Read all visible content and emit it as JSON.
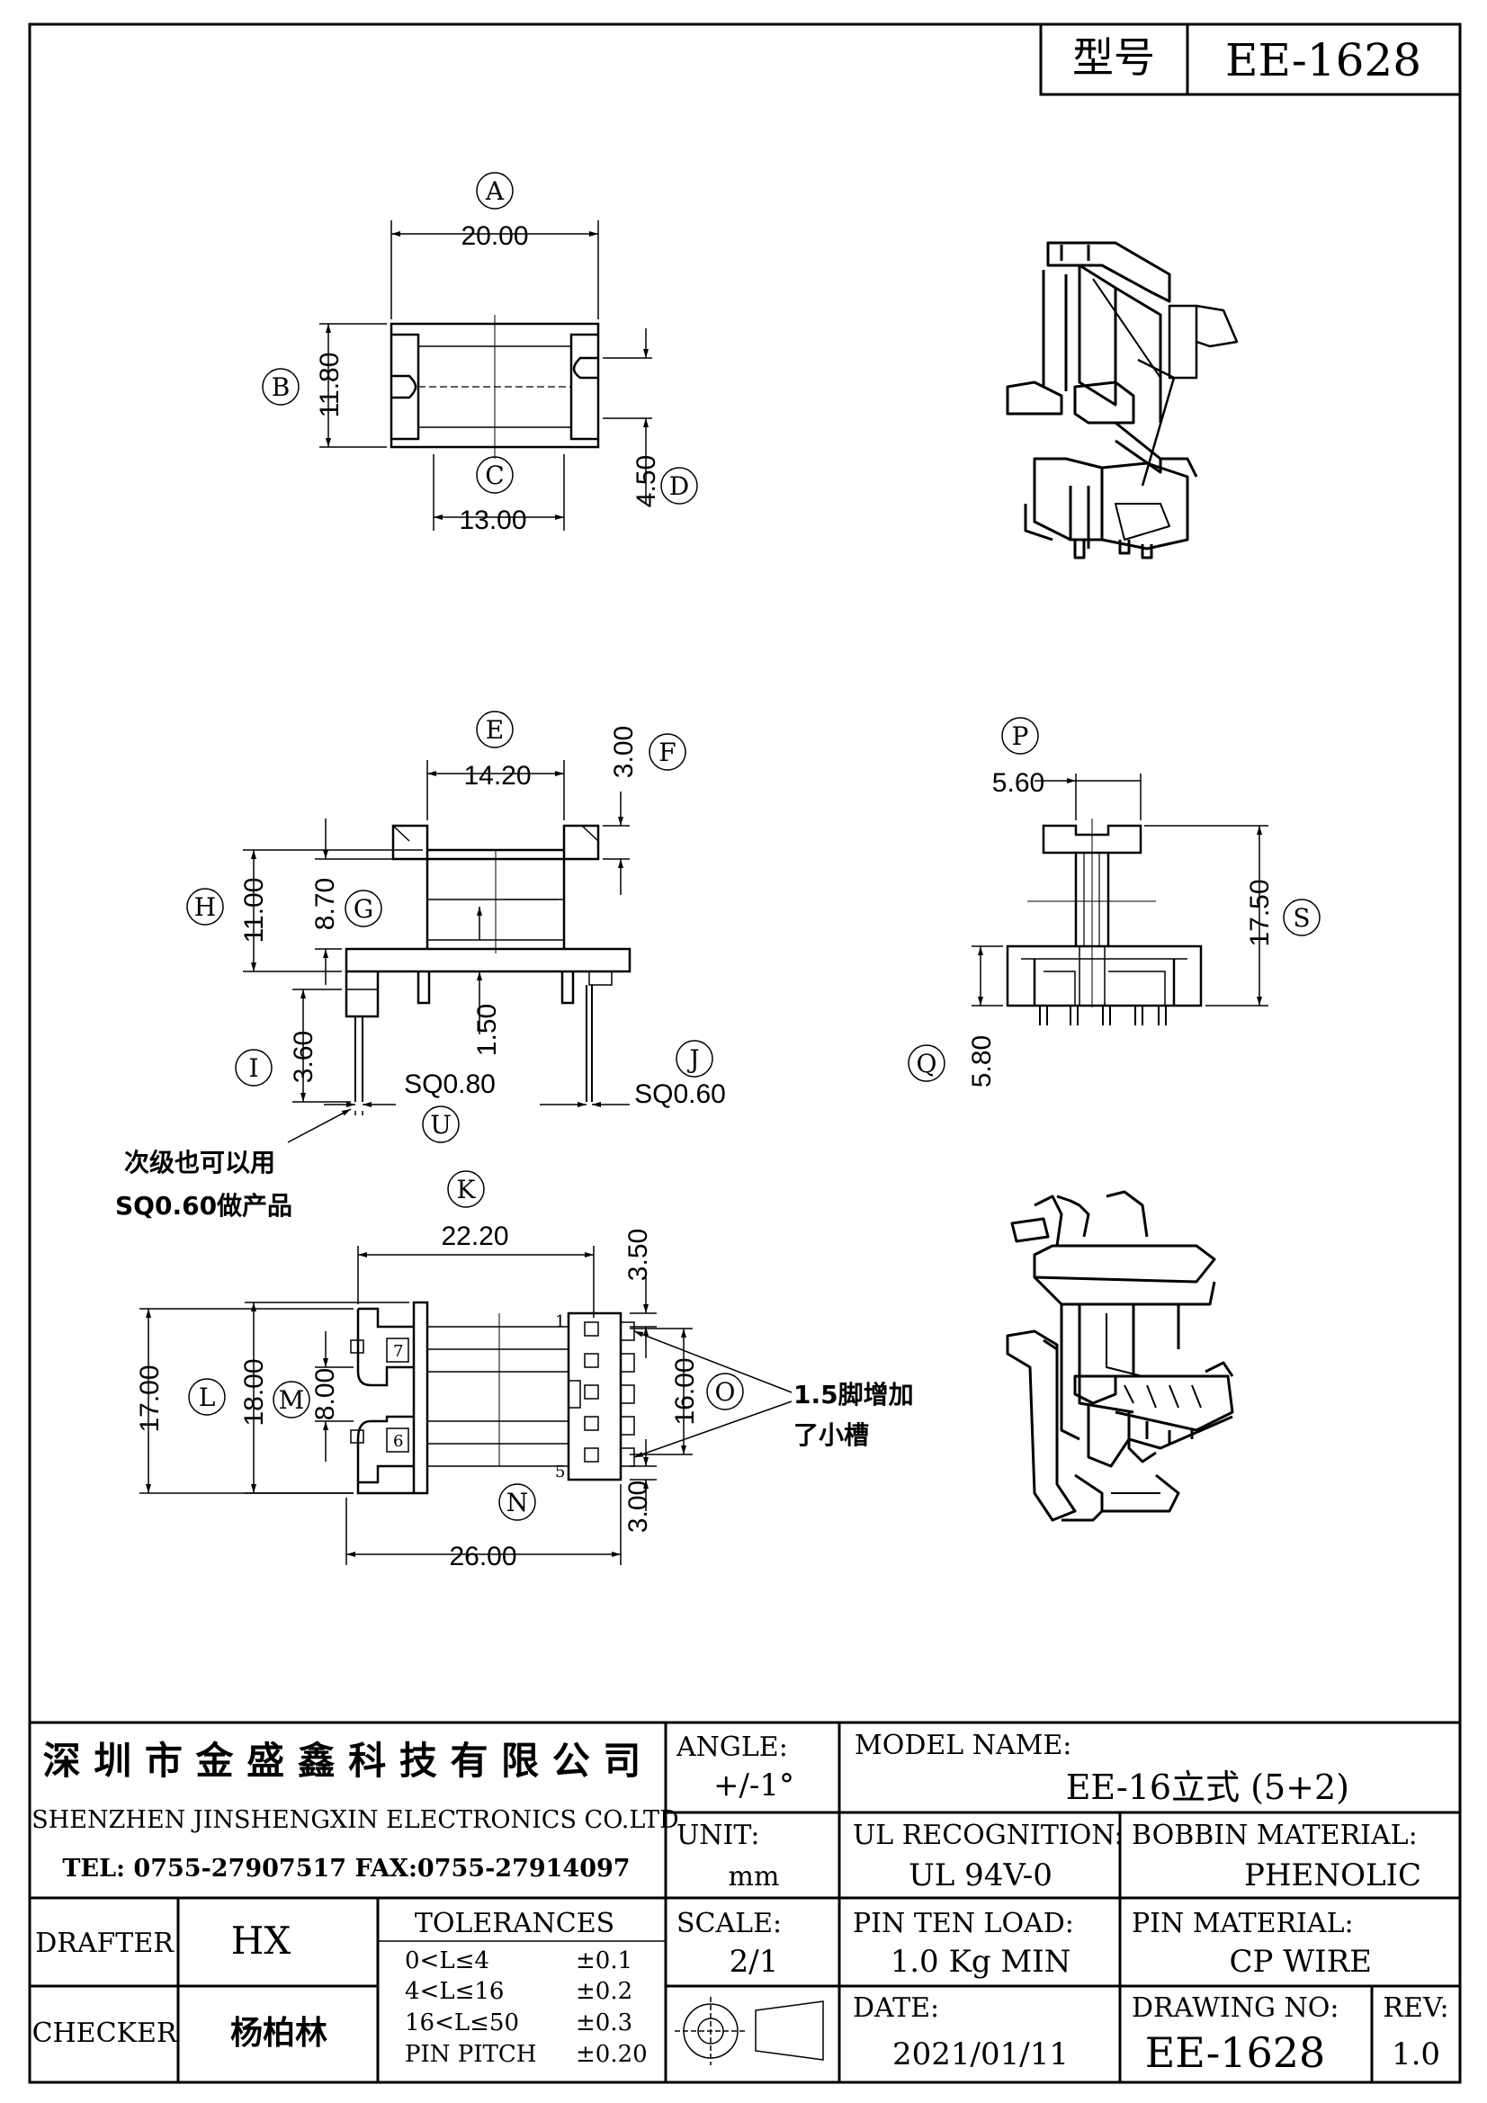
{
  "header": {
    "model_label": "型号",
    "model_value": "EE-1628"
  },
  "dimensions": {
    "A": {
      "letter": "A",
      "value": "20.00"
    },
    "B": {
      "letter": "B",
      "value": "11.80"
    },
    "C": {
      "letter": "C",
      "value": "13.00"
    },
    "D": {
      "letter": "D",
      "value": "4.50"
    },
    "E": {
      "letter": "E",
      "value": "14.20"
    },
    "F": {
      "letter": "F",
      "value": "3.00"
    },
    "G": {
      "letter": "G",
      "value": "8.70"
    },
    "H": {
      "letter": "H",
      "value": "11.00"
    },
    "I": {
      "letter": "I",
      "value": "3.60"
    },
    "J": {
      "letter": "J",
      "value": "SQ0.60"
    },
    "U": {
      "letter": "U",
      "value": "SQ0.80"
    },
    "mid": {
      "value": "1.50"
    },
    "P": {
      "letter": "P",
      "value": "5.60"
    },
    "S": {
      "letter": "S",
      "value": "17.50"
    },
    "Q": {
      "letter": "Q",
      "value": "5.80"
    },
    "K": {
      "letter": "K",
      "value": "22.20"
    },
    "top35": {
      "value": "3.50"
    },
    "L": {
      "letter": "L",
      "value": "17.00"
    },
    "M18": {
      "value": "18.00"
    },
    "M": {
      "letter": "M",
      "value": "8.00"
    },
    "O": {
      "letter": "O",
      "value": "16.00"
    },
    "N": {
      "letter": "N",
      "value": "26.00"
    },
    "bot30": {
      "value": "3.00"
    }
  },
  "notes": {
    "note1_line1": "次级也可以用",
    "note1_line2": "SQ0.60做产品",
    "note2_line1": "1.5脚增加",
    "note2_line2": "了小槽"
  },
  "pins": {
    "p1": "1",
    "p5": "5",
    "p6": "6",
    "p7": "7"
  },
  "title_block": {
    "company_cn": "深 圳 市 金 盛 鑫 科 技 有 限 公 司",
    "company_en": "SHENZHEN JINSHENGXIN ELECTRONICS CO.LTD",
    "contact": "TEL: 0755-27907517  FAX:0755-27914097",
    "angle_label": "ANGLE:",
    "angle_value": "+/-1°",
    "model_name_label": "MODEL NAME:",
    "model_name_value": "EE-16立式 (5+2)",
    "unit_label": "UNIT:",
    "unit_value": "mm",
    "ul_label": "UL RECOGNITION:",
    "ul_value": "UL 94V-0",
    "bobbin_label": "BOBBIN MATERIAL:",
    "bobbin_value": "PHENOLIC",
    "drafter_label": "DRAFTER",
    "drafter_value": "HX",
    "tolerances_label": "TOLERANCES",
    "tolerances": [
      {
        "range": "0<L≤4",
        "value": "±0.1"
      },
      {
        "range": "4<L≤16",
        "value": "±0.2"
      },
      {
        "range": "16<L≤50",
        "value": "±0.3"
      },
      {
        "range": "PIN PITCH",
        "value": "±0.20"
      }
    ],
    "scale_label": "SCALE:",
    "scale_value": "2/1",
    "pin_load_label": "PIN TEN LOAD:",
    "pin_load_value": "1.0 Kg MIN",
    "pin_material_label": "PIN MATERIAL:",
    "pin_material_value": "CP WIRE",
    "checker_label": "CHECKER",
    "checker_value": "杨柏林",
    "date_label": "DATE:",
    "date_value": "2021/01/11",
    "drawing_no_label": "DRAWING NO:",
    "drawing_no_value": "EE-1628",
    "rev_label": "REV:",
    "rev_value": "1.0"
  }
}
